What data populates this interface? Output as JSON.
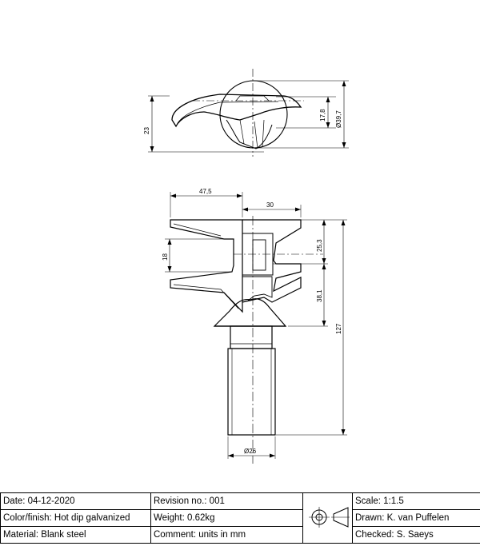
{
  "dimensions": {
    "top_height": "23",
    "top_inner": "17,8",
    "top_diameter": "Ø39,7",
    "width_left": "47,5",
    "width_right": "30",
    "slot_height": "18",
    "upper_height": "25,3",
    "lower_height": "38,1",
    "total_height": "127",
    "shaft_diameter": "Ø26"
  },
  "titleblock": {
    "date": "Date:  04-12-2020",
    "revision": "Revision no.: 001",
    "scale": "Scale: 1:1.5",
    "color_finish": "Color/finish: Hot dip galvanized",
    "weight": "Weight: 0.62kg",
    "drawn": "Drawn: K. van Puffelen",
    "material": "Material: Blank steel",
    "comment": "Comment: units in mm",
    "checked": "Checked: S. Saeys"
  },
  "colors": {
    "line": "#000000",
    "background": "#ffffff"
  }
}
